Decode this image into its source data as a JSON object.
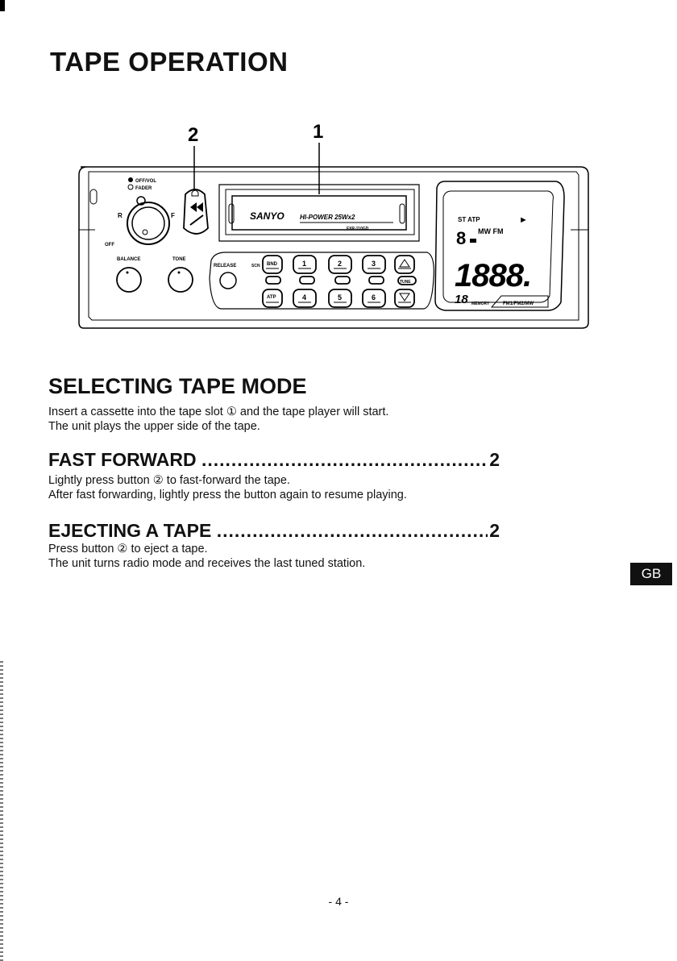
{
  "page_title": "TAPE OPERATION",
  "figure": {
    "callout_1": "1",
    "callout_2": "2",
    "brand": "SANYO",
    "power_label": "HI-POWER  25Wx2",
    "model": "FXR-110GD",
    "knob_top_label_1": "OFF/VOL",
    "knob_top_label_2": "FADER",
    "knob_r": "R",
    "knob_f": "F",
    "knob_off": "OFF",
    "balance_label": "BALANCE",
    "tone_label": "TONE",
    "release_label": "RELEASE",
    "scn_label": "SCN",
    "bnd_label": "BND",
    "atp_button_label": "ATP",
    "tune_label": "TUNE",
    "preset_buttons": [
      "1",
      "2",
      "3",
      "4",
      "5",
      "6"
    ],
    "display_st_atp": "ST ATP",
    "display_play": "►",
    "display_band": "MW FM",
    "display_digit_small": "8",
    "display_freq": "1888.",
    "display_memory_num": "18",
    "display_memory": "MEMORY",
    "display_bands": "FM1/FM2/MW"
  },
  "sections": {
    "selecting": {
      "heading": "SELECTING TAPE MODE",
      "line1": "Insert a cassette into the tape slot ① and the tape player will start.",
      "line2": "The unit plays the upper side of the tape."
    },
    "fast_forward": {
      "heading": "FAST FORWARD",
      "dots": "............................................................................................",
      "ref": "2",
      "line1": "Lightly press button ② to fast-forward the tape.",
      "line2": "After fast forwarding, lightly press the button again to resume playing."
    },
    "ejecting": {
      "heading": "EJECTING A TAPE",
      "dots": "............................................................................................",
      "ref": "2",
      "line1": "Press button ② to eject a tape.",
      "line2": "The unit turns radio mode and receives the last tuned station."
    }
  },
  "language_tab": "GB",
  "page_number": "- 4 -"
}
